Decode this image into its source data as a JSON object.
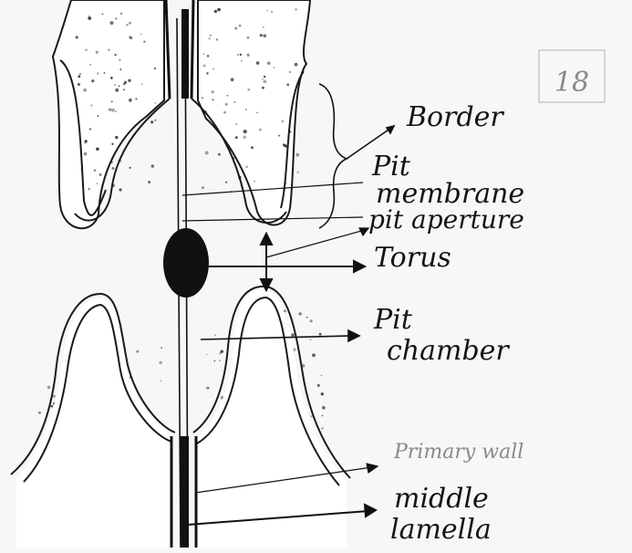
{
  "diagram": {
    "title": "",
    "labels": {
      "border": "Border",
      "pit_membrane_1": "Pit",
      "pit_membrane_2": "membrane",
      "pit_aperture": "pit aperture",
      "torus": "Torus",
      "pit_chamber_1": "Pit",
      "pit_chamber_2": "chamber",
      "primary_wall": "Primary wall",
      "middle_lamella_1": "middle",
      "middle_lamella_2": "lamella"
    },
    "page_mark": "18"
  }
}
